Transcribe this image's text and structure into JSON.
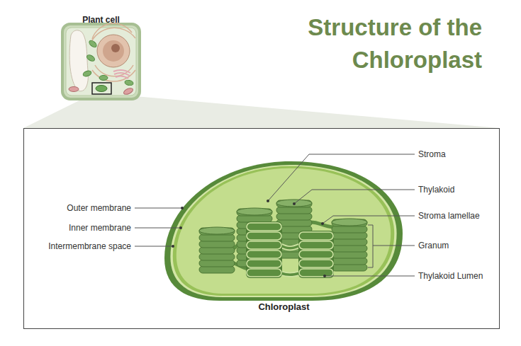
{
  "diagram": {
    "title": "Structure of the Chloroplast",
    "nodes": [
      {
        "text": [
          "Plant cell"
        ]
      },
      {
        "text": [
          "Chloroplast"
        ]
      }
    ],
    "labels": [
      "Stroma",
      "Thylakoid",
      "Outer membrane",
      "Stroma lamellae",
      "Inner membrane",
      "Granum",
      "Intermembrane space",
      "Thylakoid Lumen"
    ]
  }
}
